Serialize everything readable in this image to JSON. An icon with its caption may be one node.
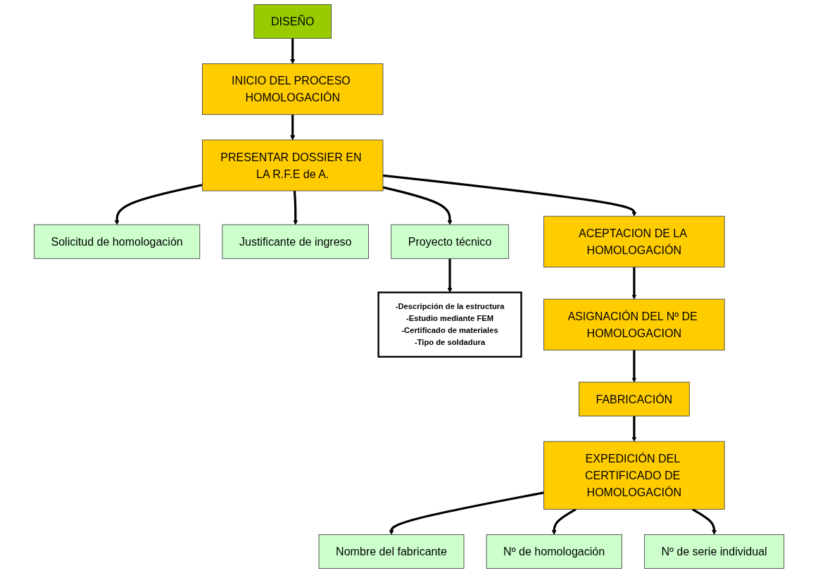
{
  "diagram": {
    "nodes": [
      {
        "text": [
          "DISEÑO"
        ]
      },
      {
        "text": [
          "INICIO DEL PROCESO HOMOLOGACIÓN"
        ]
      },
      {
        "text": [
          "PRESENTAR DOSSIER EN LA R.F.E de A."
        ]
      },
      {
        "text": [
          "Solicitud de homologación"
        ]
      },
      {
        "text": [
          "Justificante de ingreso"
        ]
      },
      {
        "text": [
          "Proyecto técnico"
        ]
      },
      {
        "text": [
          "-Descripción de la estructura",
          "-Estudio mediante FEM",
          "-Certificado de materiales",
          "-Tipo de soldadura"
        ]
      },
      {
        "text": [
          "ACEPTACION DE LA HOMOLOGACIÓN"
        ]
      },
      {
        "text": [
          "ASIGNACIÓN DEL Nº DE HOMOLOGACION"
        ]
      },
      {
        "text": [
          "FABRICACIÓN"
        ]
      },
      {
        "text": [
          "EXPEDICIÓN DEL CERTIFICADO DE HOMOLOGACIÓN"
        ]
      },
      {
        "text": [
          "Nombre del fabricante"
        ]
      },
      {
        "text": [
          "Nº de homologación"
        ]
      },
      {
        "text": [
          "Nº de serie individual"
        ]
      }
    ],
    "edges": [
      {
        "from": 0,
        "to": 1,
        "arrow": "to"
      },
      {
        "from": 1,
        "to": 2,
        "arrow": "to"
      },
      {
        "from": 2,
        "to": 3,
        "arrow": "to"
      },
      {
        "from": 2,
        "to": 4,
        "arrow": "to"
      },
      {
        "from": 2,
        "to": 5,
        "arrow": "to"
      },
      {
        "from": 5,
        "to": 6,
        "arrow": "to"
      },
      {
        "from": 2,
        "to": 7,
        "arrow": "to"
      },
      {
        "from": 7,
        "to": 8,
        "arrow": "to"
      },
      {
        "from": 8,
        "to": 9,
        "arrow": "to"
      },
      {
        "from": 9,
        "to": 10,
        "arrow": "to"
      },
      {
        "from": 10,
        "to": 11,
        "arrow": "to"
      },
      {
        "from": 10,
        "to": 12,
        "arrow": "to"
      },
      {
        "from": 10,
        "to": 13,
        "arrow": "to"
      }
    ]
  }
}
